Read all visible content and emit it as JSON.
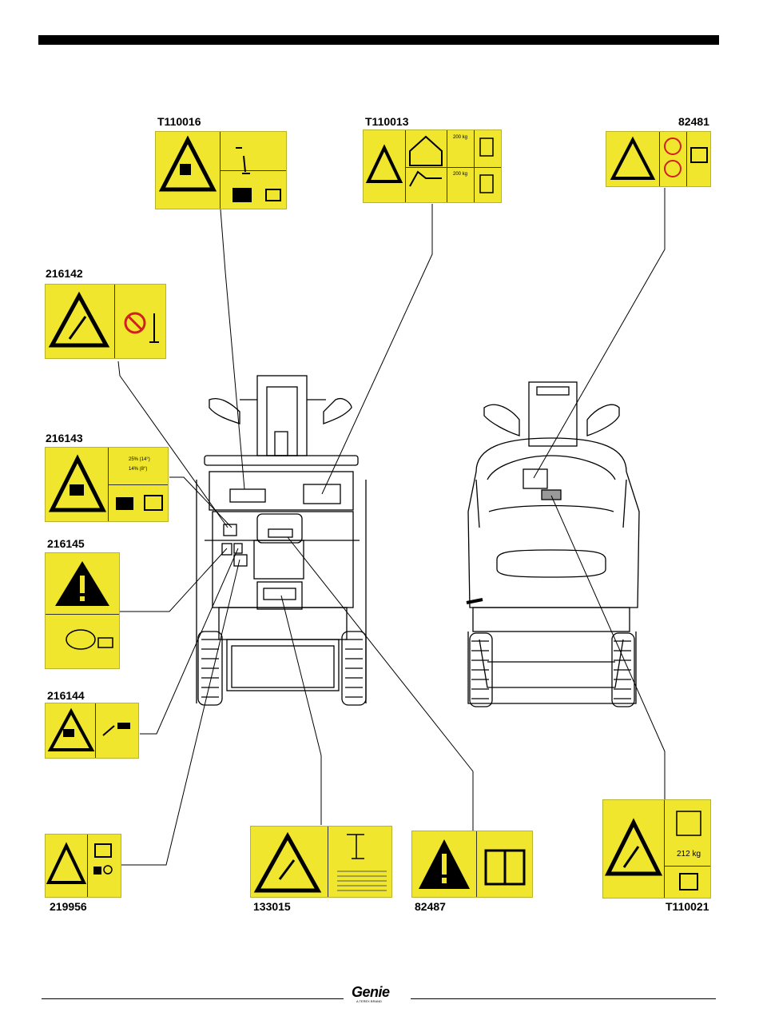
{
  "decals": {
    "t110016": {
      "code": "T110016"
    },
    "t110013": {
      "code": "T110013",
      "weight_top": "200 kg",
      "weight_bottom": "200 kg"
    },
    "d82481": {
      "code": "82481"
    },
    "d216142": {
      "code": "216142"
    },
    "d216143": {
      "code": "216143",
      "angle_front": "25% (14°)",
      "angle_side": "14% (8°)"
    },
    "d216145": {
      "code": "216145"
    },
    "d216144": {
      "code": "216144"
    },
    "d219956": {
      "code": "219956"
    },
    "d133015": {
      "code": "133015"
    },
    "d82487": {
      "code": "82487"
    },
    "t110021": {
      "code": "T110021",
      "weight": "212 kg"
    }
  },
  "colors": {
    "decal_yellow": "#f0e62e",
    "line": "#000000"
  },
  "footer": {
    "logo_text": "Genie",
    "logo_sub": "A TEREX BRAND"
  }
}
